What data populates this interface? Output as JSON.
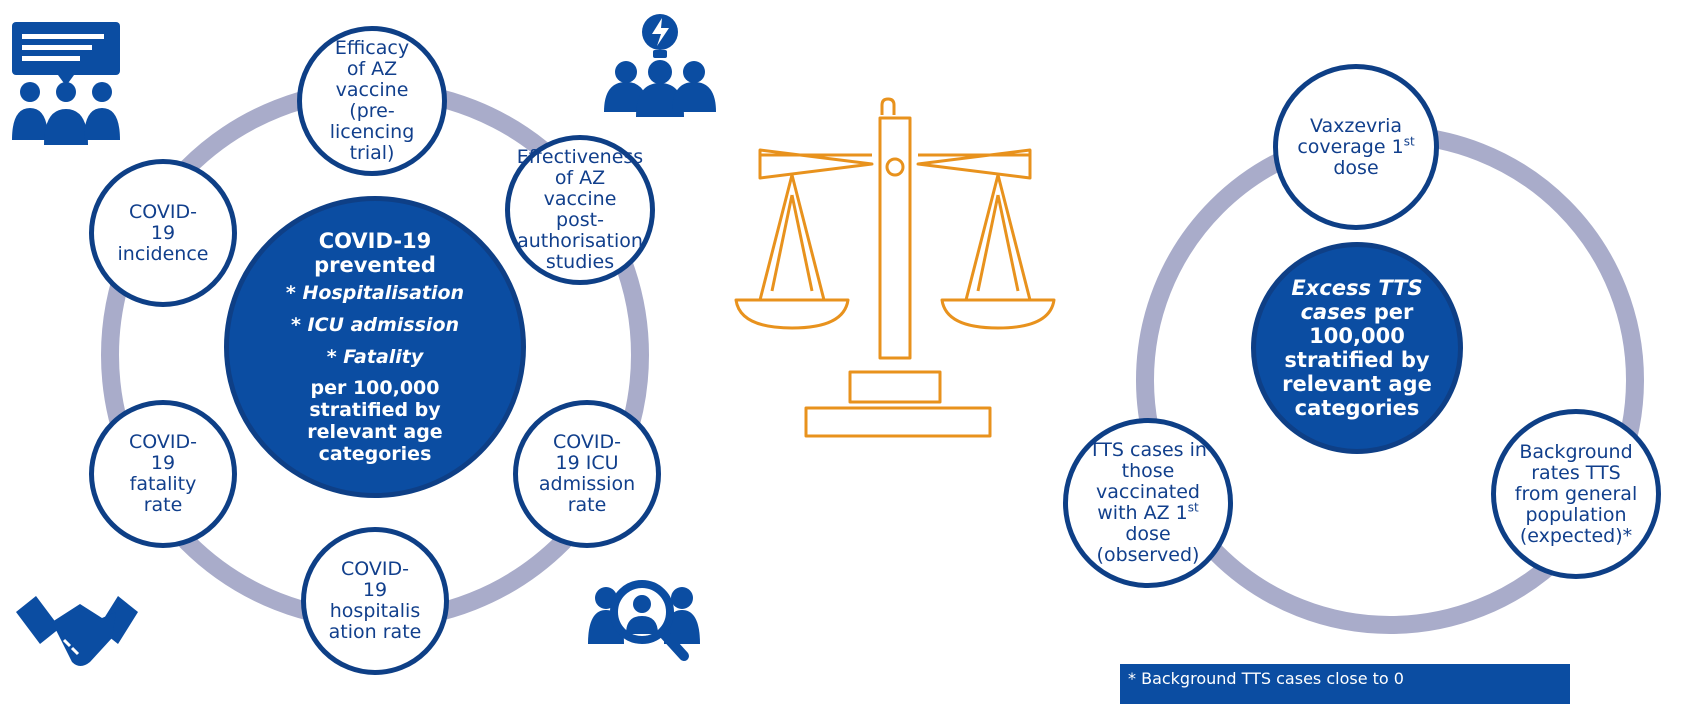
{
  "colors": {
    "ring": "#a9acca",
    "navy": "#0e3f86",
    "fill": "#0b4da2",
    "text": "#113f8c",
    "scale": "#e8921d"
  },
  "icons": [
    "chat-group-icon",
    "idea-group-icon",
    "handshake-icon",
    "search-group-icon",
    "balance-scale-icon"
  ],
  "left": {
    "center": {
      "title": "COVID-19 prevented",
      "items": [
        "* Hospitalisation",
        "* ICU admission",
        "* Fatality"
      ],
      "sub": "per 100,000 stratified by relevant age categories"
    },
    "nodes": {
      "efficacy": [
        "Efficacy",
        "of AZ",
        "vaccine",
        "(pre-",
        "licencing",
        "trial)"
      ],
      "effectiveness": [
        "Effectiveness",
        "of AZ",
        "vaccine",
        "post-",
        "authorisation",
        "studies"
      ],
      "incidence": [
        "COVID-",
        "19",
        "incidence"
      ],
      "icu": [
        "COVID-",
        "19 ICU",
        "admission",
        "rate"
      ],
      "fatality": [
        "COVID-",
        "19",
        "fatality",
        "rate"
      ],
      "hosp": [
        "COVID-",
        "19",
        "hospitalis",
        "ation rate"
      ]
    }
  },
  "right": {
    "center": {
      "title": "Excess TTS cases",
      "rest": " per 100,000 stratified by relevant age categories"
    },
    "nodes": {
      "coverage": {
        "l1": "Vaxzevria",
        "l2": "coverage 1",
        "sup": "st",
        "l3": "dose"
      },
      "observed": {
        "l1": "TTS cases in",
        "l2": "those",
        "l3": "vaccinated",
        "l4": "with AZ 1",
        "sup": "st",
        "l5": "dose",
        "l6": "(observed)"
      },
      "background": [
        "Background",
        "rates TTS",
        "from general",
        "population",
        "(expected)*"
      ]
    },
    "note": "* Background TTS cases close to 0"
  }
}
